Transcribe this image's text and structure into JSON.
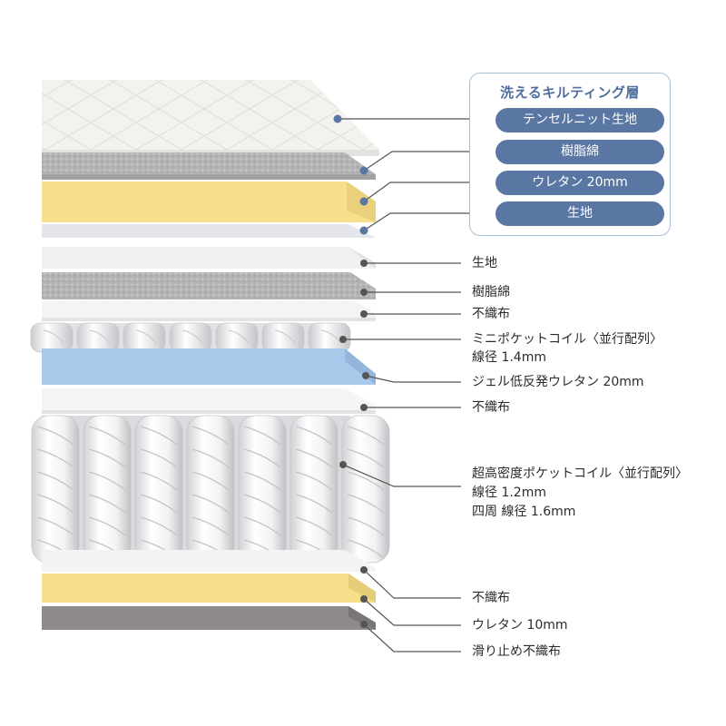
{
  "quilting_group": {
    "title": "洗えるキルティング層",
    "layers": [
      "テンセルニット生地",
      "樹脂綿",
      "ウレタン 20mm",
      "生地"
    ]
  },
  "layers": [
    {
      "label": "生地"
    },
    {
      "label": "樹脂綿"
    },
    {
      "label": "不織布"
    },
    {
      "label": "ミニポケットコイル〈並行配列〉",
      "detail": "線径 1.4mm"
    },
    {
      "label": "ジェル低反発ウレタン 20mm"
    },
    {
      "label": "不織布"
    },
    {
      "label": "超高密度ポケットコイル〈並行配列〉",
      "detail": "線径 1.2mm",
      "detail2": "四周 線径 1.6mm"
    },
    {
      "label": "不織布"
    },
    {
      "label": "ウレタン 10mm"
    },
    {
      "label": "滑り止め不織布"
    }
  ],
  "colors": {
    "accent": "#5a77a4",
    "box_border": "#a9bcd6",
    "yellow_foam": "#f6e08c",
    "gel_foam": "#a9c8ea",
    "felt": "#b9b9b9",
    "antislip": "#8e8a8c"
  }
}
